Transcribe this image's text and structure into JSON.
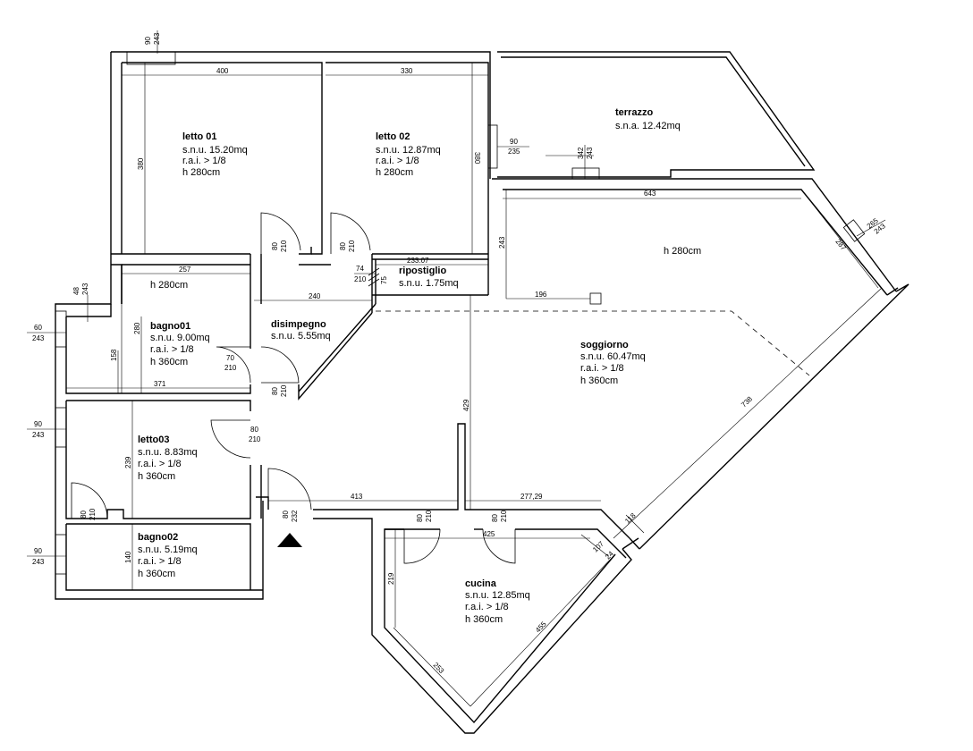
{
  "rooms": {
    "letto01": {
      "name": "letto 01",
      "snu": "s.n.u.  15.20mq",
      "rai": "r.a.i.  >  1/8",
      "h": "h   280cm"
    },
    "letto02": {
      "name": "letto 02",
      "snu": "s.n.u.  12.87mq",
      "rai": "r.a.i.  >  1/8",
      "h": "h   280cm"
    },
    "terrazzo": {
      "name": "terrazzo",
      "sna": "s.n.a.  12.42mq"
    },
    "corridor_h": {
      "h": "h    280cm"
    },
    "ripostiglio": {
      "name": "ripostiglio",
      "snu": "s.n.u.  1.75mq"
    },
    "soggiorno_h": {
      "h": "h    280cm"
    },
    "bagno01": {
      "name": "bagno01",
      "snu": "s.n.u.  9.00mq",
      "rai": "r.a.i.  >  1/8",
      "h": "h     360cm"
    },
    "disimpegno": {
      "name": "disimpegno",
      "snu": "s.n.u.  5.55mq"
    },
    "soggiorno": {
      "name": "soggiorno",
      "snu": "s.n.u.  60.47mq",
      "rai": "r.a.i.  >  1/8",
      "h": "h     360cm"
    },
    "letto03": {
      "name": "letto03",
      "snu": "s.n.u.  8.83mq",
      "rai": "r.a.i.  >  1/8",
      "h": "h     360cm"
    },
    "bagno02": {
      "name": "bagno02",
      "snu": "s.n.u.  5.19mq",
      "rai": "r.a.i.  >  1/8",
      "h": "h     360cm"
    },
    "cucina": {
      "name": "cucina",
      "snu": "s.n.u.  12.85mq",
      "rai": "r.a.i.  >  1/8",
      "h": "h     360cm"
    }
  },
  "dims": {
    "d400": "400",
    "d330": "330",
    "d380a": "380",
    "d380b": "380",
    "d90w": "90",
    "d243w": "243",
    "d90t": "90",
    "d235t": "235",
    "d342": "342",
    "d243t": "243",
    "d643": "643",
    "d265": "265",
    "d243r": "243",
    "d287": "287",
    "d243s": "243",
    "d257": "257",
    "d240": "240",
    "d233": "233.07",
    "d74": "74",
    "d210r": "210",
    "d75": "75",
    "d196": "196",
    "d48": "48",
    "d243c": "243",
    "d60": "60",
    "d243d": "243",
    "d280": "280",
    "d158": "158",
    "d371": "371",
    "d70": "70",
    "d210e": "210",
    "d80a": "80",
    "d210a": "210",
    "d80b": "80",
    "d210b": "210",
    "d80c": "80",
    "d210c": "210",
    "d80d": "80",
    "d210d": "210",
    "d90l": "90",
    "d243l": "243",
    "d239": "239",
    "d80e": "80",
    "d210f": "210",
    "d90m": "90",
    "d243m": "243",
    "d140": "140",
    "d80f": "80",
    "d232": "232",
    "d413": "413",
    "d80g": "80",
    "d210g": "210",
    "d80h": "80",
    "d210h": "210",
    "d27729": "277,29",
    "d429": "429",
    "d738": "738",
    "d118": "118",
    "d425": "425",
    "d107": "107",
    "d24": "24",
    "d219": "219",
    "d455": "455",
    "d253": "253"
  }
}
